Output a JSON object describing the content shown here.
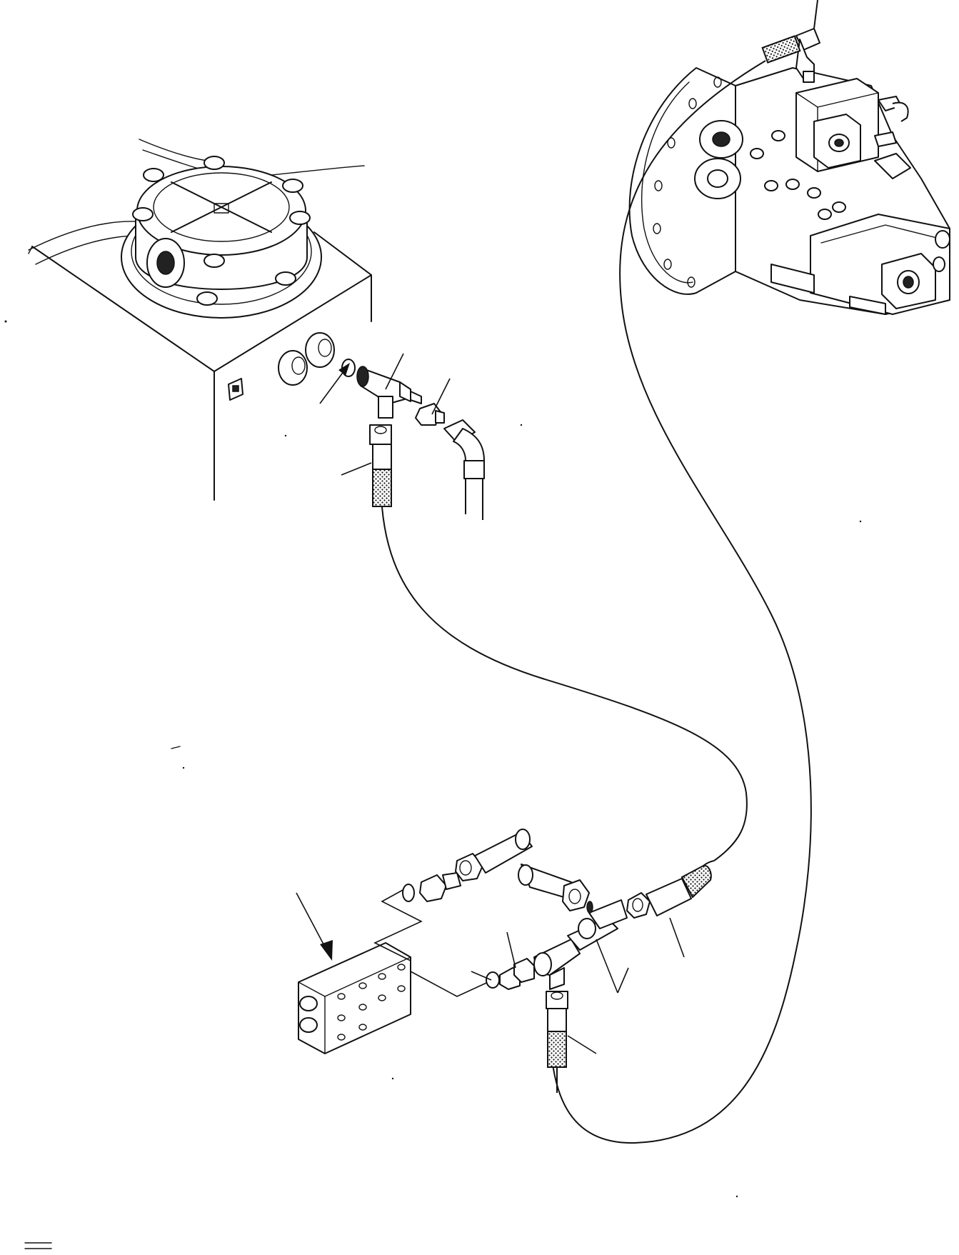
{
  "diagram": {
    "type": "exploded-parts-illustration",
    "ink": "#111111",
    "paper": "#ffffff",
    "components": [
      {
        "id": "hydraulic-tank",
        "icon": "tank-with-filter-cover"
      },
      {
        "id": "main-pump",
        "icon": "hydraulic-pump"
      },
      {
        "id": "tee-fitting-upper",
        "icon": "tee-fitting"
      },
      {
        "id": "tee-fitting-lower",
        "icon": "tee-fitting"
      },
      {
        "id": "valve-block",
        "icon": "port-block"
      },
      {
        "id": "gauge-hose-upper",
        "icon": "hose"
      },
      {
        "id": "gauge-hose-lower",
        "icon": "hose"
      },
      {
        "id": "gauge-hose-right",
        "icon": "hose"
      }
    ]
  }
}
